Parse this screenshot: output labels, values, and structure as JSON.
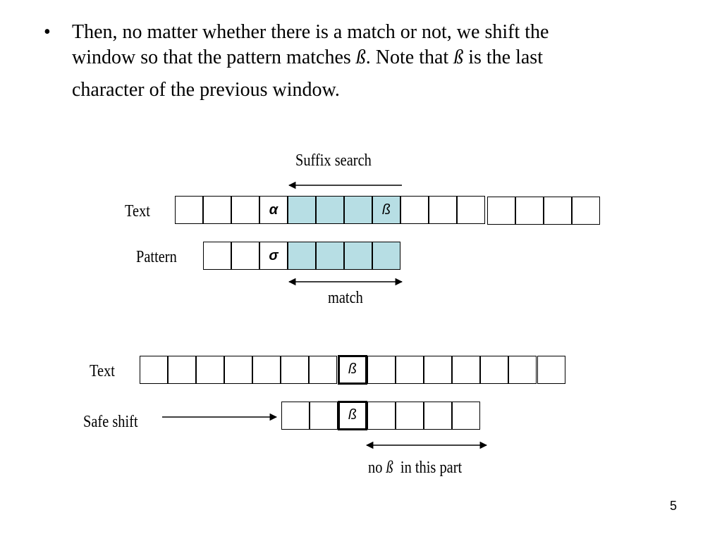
{
  "bullet": {
    "dot": "•",
    "line1": "Then, no matter whether there is a match or not, we shift the",
    "line2_pre": "window so that the pattern matches ",
    "line2_beta": "ß",
    "line2_mid": ".  Note that ",
    "line2_beta2": "ß",
    "line2_post": " is the last",
    "line3": "character of the previous window."
  },
  "diagram_top": {
    "suffix_search_label": "Suffix search",
    "text_label": "Text",
    "pattern_label": "Pattern",
    "match_label": "match",
    "text_cells": [
      "",
      "",
      "",
      "α",
      "",
      "",
      "",
      "ß",
      "",
      "",
      "",
      "",
      "",
      "",
      ""
    ],
    "pattern_cells": [
      "",
      "",
      "σ",
      "",
      "",
      "",
      ""
    ]
  },
  "diagram_bottom": {
    "text_label": "Text",
    "safe_shift_label": "Safe shift",
    "no_beta_pre": "no ",
    "no_beta_sym": "ß",
    "no_beta_post": "  in this part",
    "text_cells": [
      "",
      "",
      "",
      "",
      "",
      "",
      "",
      "ß",
      "",
      "",
      "",
      "",
      "",
      "",
      ""
    ],
    "pattern_cells": [
      "",
      "",
      "ß",
      "",
      "",
      "",
      ""
    ]
  },
  "colors": {
    "highlight": "#b7dee4",
    "line": "#000000"
  },
  "page_number": "5"
}
